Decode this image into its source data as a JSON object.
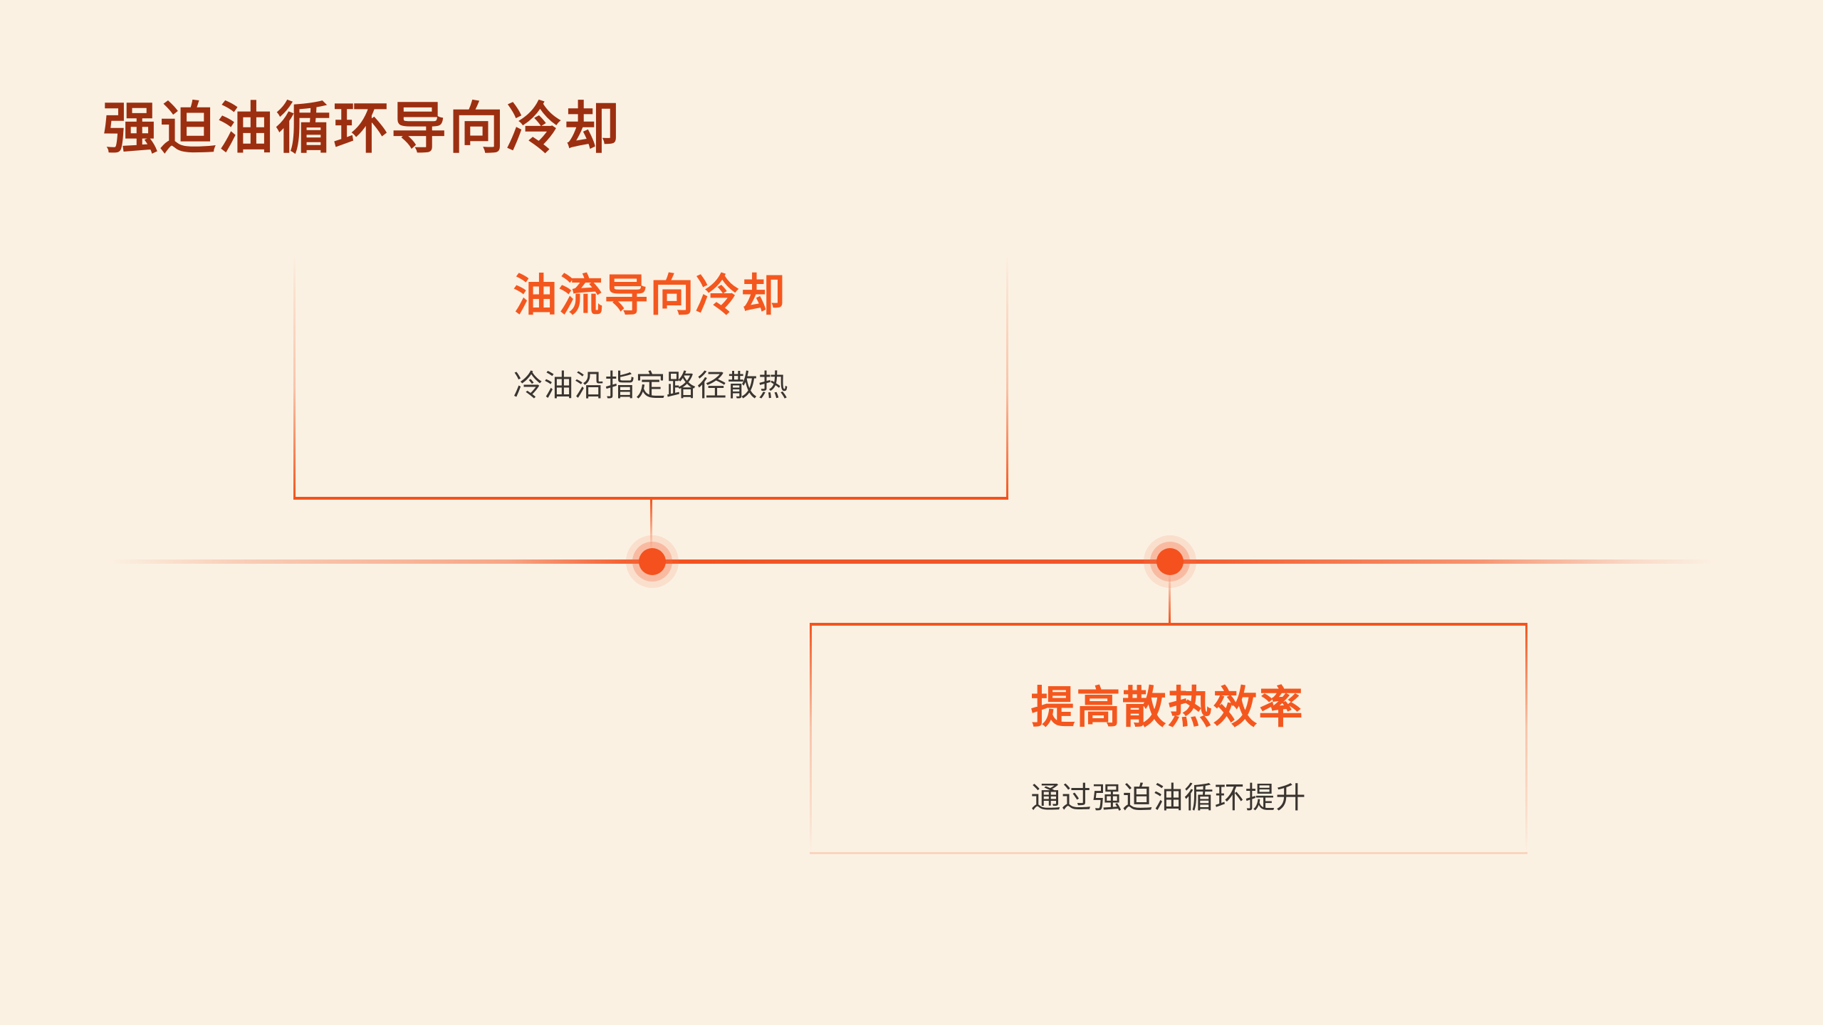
{
  "slide": {
    "title": "强迫油循环导向冷却",
    "timeline": {
      "cards": [
        {
          "heading": "油流导向冷却",
          "description": "冷油沿指定路径散热",
          "position": "above-line"
        },
        {
          "heading": "提高散热效率",
          "description": "通过强迫油循环提升",
          "position": "below-line"
        }
      ],
      "node_count": 2
    },
    "colors": {
      "background": "#FBF1E3",
      "title_text": "#9C2F10",
      "accent_orange": "#F4541C",
      "dot_core": "#F4511E",
      "timeline_salmon": "#F7A585",
      "body_text": "#3A3530"
    }
  }
}
